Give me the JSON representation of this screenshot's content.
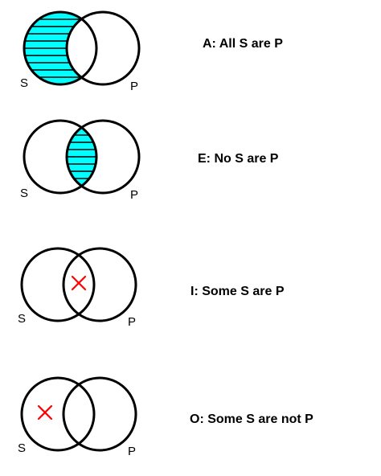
{
  "diagrams": [
    {
      "caption": "A: All S are P",
      "left_label": "S",
      "right_label": "P",
      "shading": "left-only",
      "mark": "none"
    },
    {
      "caption": "E: No S are P",
      "left_label": "S",
      "right_label": "P",
      "shading": "intersection",
      "mark": "none"
    },
    {
      "caption": "I: Some S are P",
      "left_label": "S",
      "right_label": "P",
      "shading": "none",
      "mark": "intersection"
    },
    {
      "caption": "O: Some S are not P",
      "left_label": "S",
      "right_label": "P",
      "shading": "none",
      "mark": "left-only"
    }
  ],
  "colors": {
    "shade_fill": "#00ffff",
    "hatch": "#000000",
    "circle_stroke": "#000000",
    "mark": "#ff0000"
  }
}
